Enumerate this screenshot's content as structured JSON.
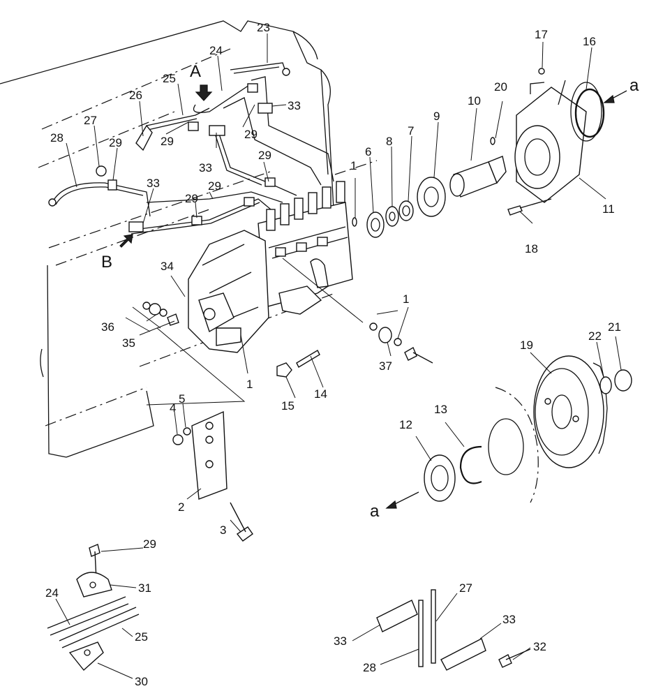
{
  "callouts": [
    {
      "id": "c23",
      "text": "23"
    },
    {
      "id": "c24",
      "text": "24"
    },
    {
      "id": "c25",
      "text": "25"
    },
    {
      "id": "c26",
      "text": "26"
    },
    {
      "id": "c27",
      "text": "27"
    },
    {
      "id": "c28",
      "text": "28"
    },
    {
      "id": "c29a",
      "text": "29"
    },
    {
      "id": "c29b",
      "text": "29"
    },
    {
      "id": "c29c",
      "text": "29"
    },
    {
      "id": "c29d",
      "text": "29"
    },
    {
      "id": "c29e",
      "text": "29"
    },
    {
      "id": "c29f",
      "text": "29"
    },
    {
      "id": "c33a",
      "text": "33"
    },
    {
      "id": "c33b",
      "text": "33"
    },
    {
      "id": "c33c",
      "text": "33"
    },
    {
      "id": "c34",
      "text": "34"
    },
    {
      "id": "c35",
      "text": "35"
    },
    {
      "id": "c36",
      "text": "36"
    },
    {
      "id": "c1a",
      "text": "1"
    },
    {
      "id": "c1b",
      "text": "1"
    },
    {
      "id": "c1c",
      "text": "1"
    },
    {
      "id": "c6",
      "text": "6"
    },
    {
      "id": "c8",
      "text": "8"
    },
    {
      "id": "c7",
      "text": "7"
    },
    {
      "id": "c9",
      "text": "9"
    },
    {
      "id": "c10",
      "text": "10"
    },
    {
      "id": "c20",
      "text": "20"
    },
    {
      "id": "c17",
      "text": "17"
    },
    {
      "id": "c16",
      "text": "16"
    },
    {
      "id": "c11",
      "text": "11"
    },
    {
      "id": "c18",
      "text": "18"
    },
    {
      "id": "c37",
      "text": "37"
    },
    {
      "id": "c15",
      "text": "15"
    },
    {
      "id": "c14",
      "text": "14"
    },
    {
      "id": "c4",
      "text": "4"
    },
    {
      "id": "c5",
      "text": "5"
    },
    {
      "id": "c2",
      "text": "2"
    },
    {
      "id": "c3",
      "text": "3"
    },
    {
      "id": "c19",
      "text": "19"
    },
    {
      "id": "c22",
      "text": "22"
    },
    {
      "id": "c21",
      "text": "21"
    },
    {
      "id": "c12",
      "text": "12"
    },
    {
      "id": "c13",
      "text": "13"
    },
    {
      "id": "c29g",
      "text": "29"
    },
    {
      "id": "c31",
      "text": "31"
    },
    {
      "id": "c24b",
      "text": "24"
    },
    {
      "id": "c25b",
      "text": "25"
    },
    {
      "id": "c30",
      "text": "30"
    },
    {
      "id": "c27b",
      "text": "27"
    },
    {
      "id": "c33d",
      "text": "33"
    },
    {
      "id": "c33e",
      "text": "33"
    },
    {
      "id": "c28b",
      "text": "28"
    },
    {
      "id": "c32",
      "text": "32"
    }
  ],
  "view_markers": {
    "A": "A",
    "B": "B",
    "a_top": "a",
    "a_bottom": "a"
  }
}
